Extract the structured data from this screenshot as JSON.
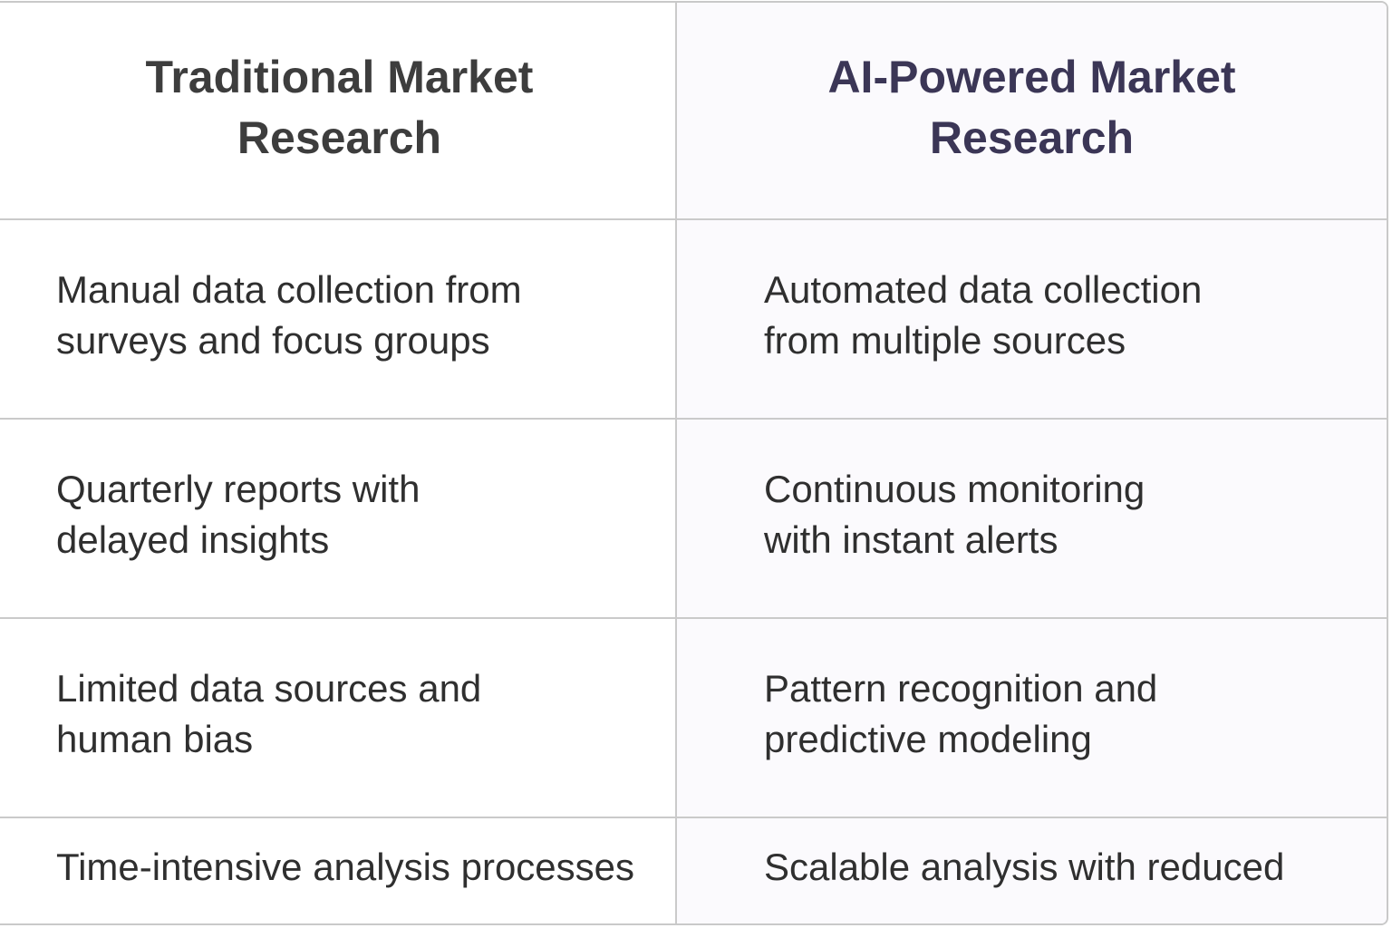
{
  "table": {
    "headers": [
      {
        "label": "Traditional Market Research",
        "color": "#3d3d3d"
      },
      {
        "label": "AI-Powered Market Research",
        "color": "#3b3656"
      }
    ],
    "rows": [
      {
        "traditional": "Manual data collection from surveys and focus groups",
        "ai_powered": "Automated data collection from multiple sources"
      },
      {
        "traditional": "Quarterly reports with delayed insights",
        "ai_powered": "Continuous monitoring with instant alerts"
      },
      {
        "traditional": "Limited data sources and human bias",
        "ai_powered": "Pattern recognition and predictive modeling"
      },
      {
        "traditional": "Time-intensive analysis processes",
        "ai_powered": "Scalable analysis with reduced"
      }
    ]
  }
}
